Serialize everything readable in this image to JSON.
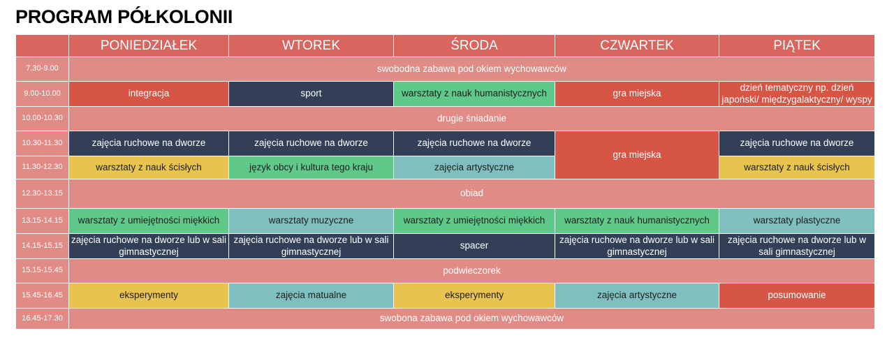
{
  "title": "PROGRAM PÓŁKOLONII",
  "days": [
    "PONIEDZIAŁEK",
    "WTOREK",
    "ŚRODA",
    "CZWARTEK",
    "PIĄTEK"
  ],
  "colors": {
    "pink": "#e08b85",
    "red": "#d65545",
    "navy": "#333f56",
    "green": "#5fc98a",
    "yellow": "#e8c350",
    "teal": "#7fbfbf"
  },
  "rows": [
    {
      "time": "7.30-9.00",
      "cells": [
        {
          "text": "swobodna zabawa pod okiem wychowawców",
          "span": 5,
          "color": "pink"
        }
      ]
    },
    {
      "time": "9.00-10.00",
      "cells": [
        {
          "text": "integracja",
          "color": "red"
        },
        {
          "text": "sport",
          "color": "navy"
        },
        {
          "text": "warsztaty z nauk humanistycznych",
          "color": "green"
        },
        {
          "text": "gra miejska",
          "color": "red"
        },
        {
          "text": "dzień tematyczny np. dzień japoński/ międzygalaktyczny/ wyspy",
          "color": "red"
        }
      ]
    },
    {
      "time": "10.00-10.30",
      "cells": [
        {
          "text": "drugie śniadanie",
          "span": 5,
          "color": "pink"
        }
      ]
    },
    {
      "time": "10.30-11.30",
      "cells": [
        {
          "text": "zajęcia ruchowe na dworze",
          "color": "navy"
        },
        {
          "text": "zajęcia ruchowe na dworze",
          "color": "navy"
        },
        {
          "text": "zajęcia ruchowe na dworze",
          "color": "navy"
        },
        {
          "text": "gra miejska",
          "rowspan": 2,
          "color": "red"
        },
        {
          "text": "zajęcia ruchowe na dworze",
          "color": "navy"
        }
      ]
    },
    {
      "time": "11.30-12.30",
      "cells": [
        {
          "text": "warsztaty z nauk ścisłych",
          "color": "yellow"
        },
        {
          "text": "język obcy i kultura tego kraju",
          "color": "green"
        },
        {
          "text": "zajęcia artystyczne",
          "color": "teal"
        },
        {
          "text": "warsztaty z nauk ścisłych",
          "color": "yellow"
        }
      ]
    },
    {
      "time": "12.30-13.15",
      "cells": [
        {
          "text": "obiad",
          "span": 5,
          "color": "pink"
        }
      ]
    },
    {
      "time": "13.15-14.15",
      "cells": [
        {
          "text": "warsztaty z umiejętności miękkich",
          "color": "green"
        },
        {
          "text": "warsztaty muzyczne",
          "color": "teal"
        },
        {
          "text": "warsztaty z umiejętności miękkich",
          "color": "green"
        },
        {
          "text": "warsztaty z nauk humanistycznych",
          "color": "green"
        },
        {
          "text": "warsztaty plastyczne",
          "color": "teal"
        }
      ]
    },
    {
      "time": "14.15-15.15",
      "cells": [
        {
          "text": "zajęcia ruchowe na dworze lub w sali gimnastycznej",
          "color": "navy"
        },
        {
          "text": "zajęcia ruchowe na dworze lub w sali gimnastycznej",
          "color": "navy"
        },
        {
          "text": "spacer",
          "color": "navy"
        },
        {
          "text": "zajęcia ruchowe na dworze lub w sali gimnastycznej",
          "color": "navy"
        },
        {
          "text": "zajęcia ruchowe na dworze lub w sali gimnastycznej",
          "color": "navy"
        }
      ]
    },
    {
      "time": "15.15-15.45",
      "cells": [
        {
          "text": "podwieczorek",
          "span": 5,
          "color": "pink"
        }
      ]
    },
    {
      "time": "15.45-16.45",
      "cells": [
        {
          "text": "eksperymenty",
          "color": "yellow"
        },
        {
          "text": "zajęcia matualne",
          "color": "teal"
        },
        {
          "text": "eksperymenty",
          "color": "yellow"
        },
        {
          "text": "zajęcia artystyczne",
          "color": "teal"
        },
        {
          "text": "posumowanie",
          "color": "red"
        }
      ]
    },
    {
      "time": "16.45-17.30",
      "cells": [
        {
          "text": "swobona zabawa pod okiem wychowawców",
          "span": 5,
          "color": "pink"
        }
      ]
    }
  ]
}
